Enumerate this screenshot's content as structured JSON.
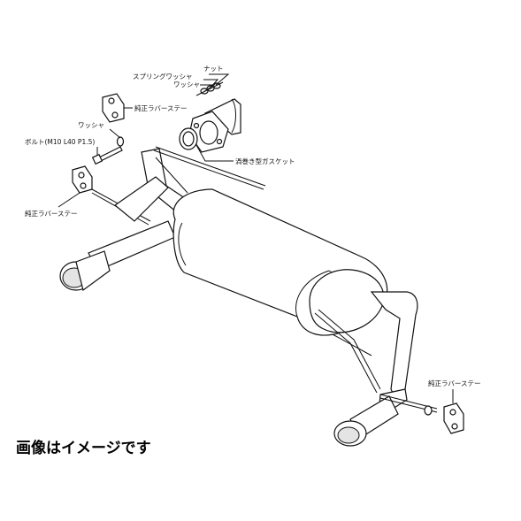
{
  "labels": {
    "nut": "ナット",
    "spring_washer": "スプリングワッシャ",
    "washer_top": "ワッシャ",
    "rubber_stay_top": "純正ラバーステー",
    "washer_left": "ワッシャ",
    "bolt": "ボルト(M10 L40 P1.5)",
    "spiral_gasket": "渦巻き型ガスケット",
    "rubber_stay_left": "純正ラバーステー",
    "rubber_stay_right": "純正ラバーステー"
  },
  "caption": "画像はイメージです",
  "colors": {
    "line": "#111111",
    "background": "#ffffff"
  }
}
